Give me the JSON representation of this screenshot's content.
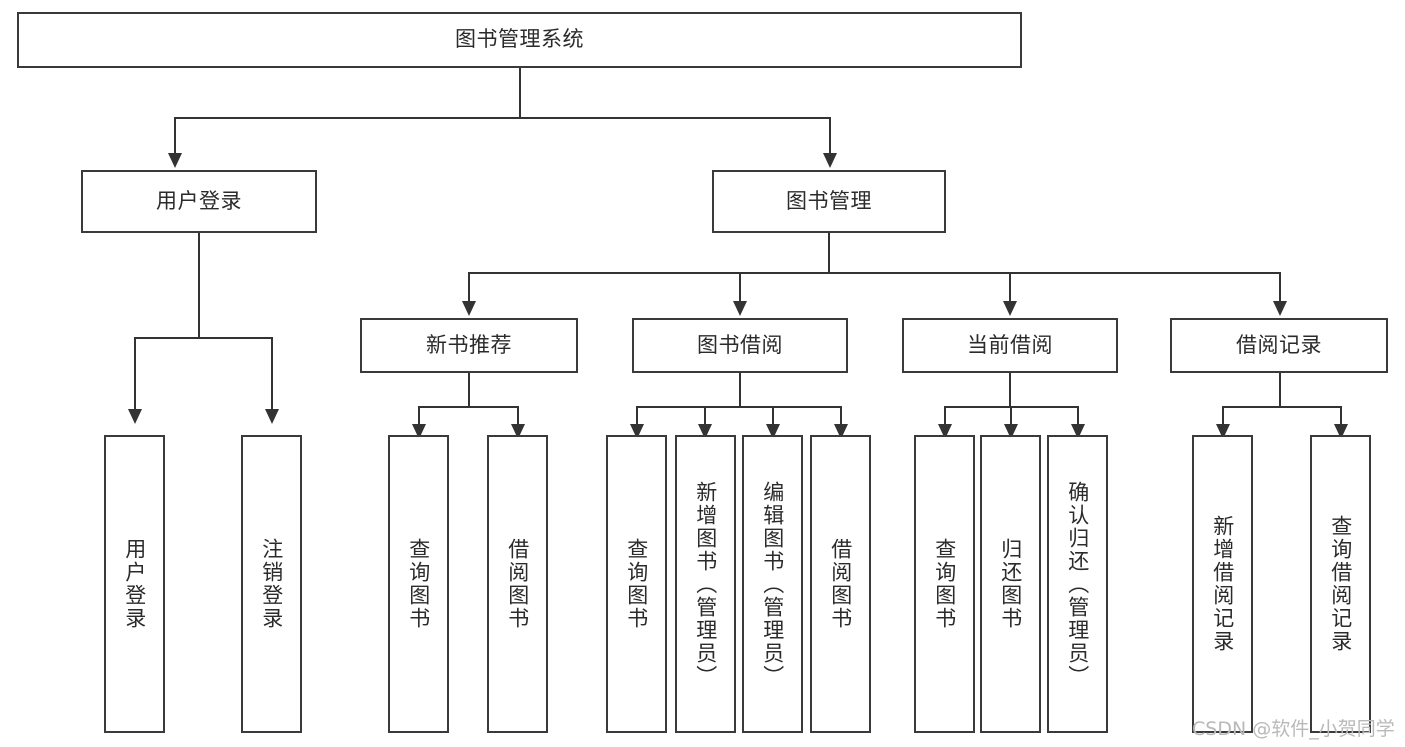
{
  "diagram": {
    "title": "图书管理系统",
    "type": "tree-hierarchy",
    "root": {
      "label": "图书管理系统"
    },
    "level2": [
      {
        "label": "用户登录"
      },
      {
        "label": "图书管理"
      }
    ],
    "level3": [
      {
        "label": "新书推荐"
      },
      {
        "label": "图书借阅"
      },
      {
        "label": "当前借阅"
      },
      {
        "label": "借阅记录"
      }
    ],
    "leaves": {
      "user_login": [
        {
          "label": "用户登录"
        },
        {
          "label": "注销登录"
        }
      ],
      "new_book_recommend": [
        {
          "label": "查询图书"
        },
        {
          "label": "借阅图书"
        }
      ],
      "book_borrow": [
        {
          "label": "查询图书"
        },
        {
          "label": "新增图书（管理员）"
        },
        {
          "label": "编辑图书（管理员）"
        },
        {
          "label": "借阅图书"
        }
      ],
      "current_borrow": [
        {
          "label": "查询图书"
        },
        {
          "label": "归还图书"
        },
        {
          "label": "确认归还（管理员）"
        }
      ],
      "borrow_record": [
        {
          "label": "新增借阅记录"
        },
        {
          "label": "查询借阅记录"
        }
      ]
    }
  },
  "watermark": {
    "text": "CSDN @软件_小贺同学"
  },
  "colors": {
    "stroke": "#333333",
    "box_border": "#3a3a3a",
    "text": "#2b2b2b",
    "background": "#ffffff",
    "watermark": "#b9b9b9"
  }
}
